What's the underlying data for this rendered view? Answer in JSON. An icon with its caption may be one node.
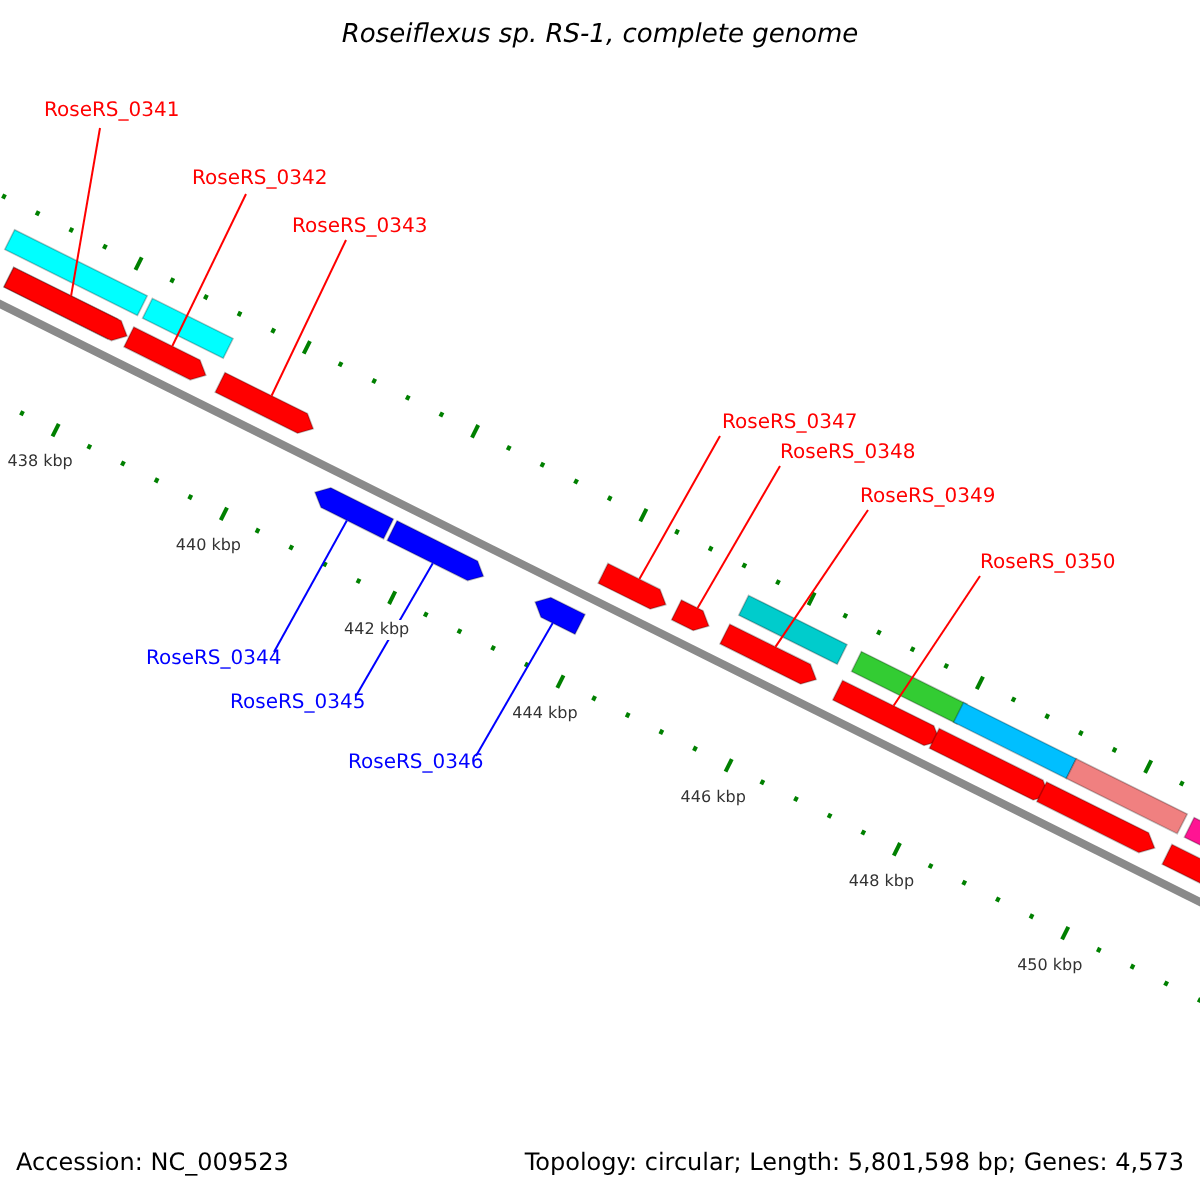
{
  "diagram": {
    "title": "Roseiflexus sp. RS-1, complete genome",
    "nodes": [
      {
        "text": [
          "RoseRS_0341"
        ]
      },
      {
        "text": [
          "RoseRS_0342"
        ]
      },
      {
        "text": [
          "RoseRS_0343"
        ]
      },
      {
        "text": [
          "RoseRS_0344"
        ]
      },
      {
        "text": [
          "RoseRS_0345"
        ]
      },
      {
        "text": [
          "RoseRS_0346"
        ]
      },
      {
        "text": [
          "RoseRS_0347"
        ]
      },
      {
        "text": [
          "RoseRS_0348"
        ]
      },
      {
        "text": [
          "RoseRS_0349"
        ]
      },
      {
        "text": [
          "RoseRS_0350"
        ]
      },
      {
        "text": [],
        "shape": "bar"
      },
      {
        "text": [],
        "shape": "bar"
      },
      {
        "text": [],
        "shape": "bar"
      },
      {
        "text": [],
        "shape": "bar"
      },
      {
        "text": [],
        "shape": "bar"
      },
      {
        "text": [],
        "shape": "bar"
      },
      {
        "text": [],
        "shape": "bar"
      },
      {
        "text": [],
        "shape": "bar"
      },
      {
        "text": [],
        "shape": "bar"
      },
      {
        "text": [],
        "shape": "bar"
      },
      {
        "text": [],
        "shape": "bar"
      },
      {
        "text": [],
        "shape": "bar"
      },
      {
        "text": [],
        "shape": "bar"
      },
      {
        "text": [],
        "shape": "bar"
      },
      {
        "text": [],
        "shape": "bar"
      },
      {
        "text": [],
        "shape": "bar"
      },
      {
        "text": [],
        "shape": "bar"
      },
      {
        "text": [],
        "shape": "bar"
      },
      {
        "text": [],
        "shape": "bar"
      },
      {
        "text": [],
        "shape": "bar"
      },
      {
        "text": [],
        "shape": "bar"
      }
    ],
    "edges": [
      {
        "from": 0,
        "to": 10,
        "arrow": "none"
      },
      {
        "from": 1,
        "to": 11,
        "arrow": "none"
      },
      {
        "from": 2,
        "to": 12,
        "arrow": "none"
      },
      {
        "from": 3,
        "to": 13,
        "arrow": "none",
        "color": "#0000ff"
      },
      {
        "from": 4,
        "to": 14,
        "arrow": "none",
        "color": "#0000ff"
      },
      {
        "from": 5,
        "to": 15,
        "arrow": "none",
        "color": "#0000ff"
      },
      {
        "from": 6,
        "to": 16,
        "arrow": "none"
      },
      {
        "from": 7,
        "to": 17,
        "arrow": "none"
      },
      {
        "from": 8,
        "to": 18,
        "arrow": "none"
      },
      {
        "from": 9,
        "to": 19,
        "arrow": "none"
      }
    ],
    "labels": [
      "438 kbp",
      "440 kbp",
      "442 kbp",
      "444 kbp",
      "446 kbp",
      "448 kbp",
      "450 kbp",
      "Accession: NC_009523",
      "Topology: circular; Length: 5,801,598 bp; Genes: 4,573"
    ]
  }
}
